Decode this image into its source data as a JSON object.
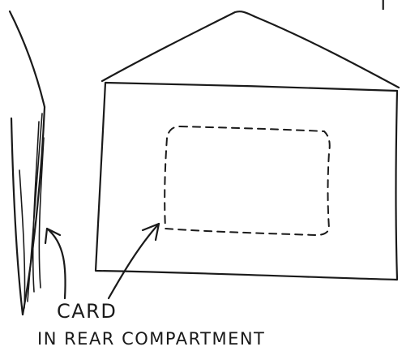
{
  "labels": {
    "top_cropped": "T",
    "callout_line1": "CARD",
    "callout_line2": "IN REAR COMPARTMENT"
  },
  "colors": {
    "ink": "#1a1a1a",
    "paper": "#ffffff"
  }
}
